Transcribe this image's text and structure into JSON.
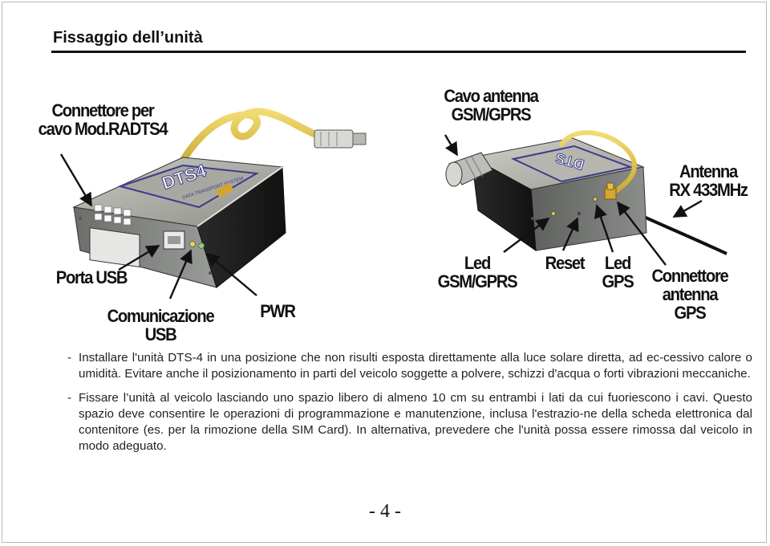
{
  "heading": "Fissaggio dell’unità",
  "labels": {
    "connettore": "Connettore per\ncavo Mod.RADTS4",
    "cavo_antenna": "Cavo antenna\nGSM/GPRS",
    "antenna_rx": "Antenna\nRX 433MHz",
    "porta_usb": "Porta USB",
    "comunicazione": "Comunicazione\nUSB",
    "pwr": "PWR",
    "led_gsm": "Led\nGSM/GPRS",
    "reset": "Reset",
    "led_gps": "Led\nGPS",
    "connettore_gps": "Connettore\nantenna\nGPS"
  },
  "device_markings": {
    "brand": "DTS4",
    "sublabel": "DATA TRANSPORT SYSTEM"
  },
  "paragraphs": [
    {
      "dash": "-",
      "text": "Installare l'unità DTS-4 in una posizione che non risulti esposta direttamente alla luce solare diretta, ad ec-cessivo calore o umidità. Evitare anche il posizionamento in parti del veicolo soggette a polvere, schizzi d'acqua o forti vibrazioni meccaniche."
    },
    {
      "dash": "-",
      "text": "Fissare l’unità al veicolo lasciando uno spazio libero di almeno 10 cm su entrambi i lati da cui fuoriescono i cavi. Questo spazio deve consentire le operazioni di programmazione e manutenzione, inclusa l'estrazio-ne della scheda elettronica dal contenitore (es. per la rimozione della SIM Card). In alternativa, prevedere che l'unità possa essere rimossa dal veicolo in modo adeguato."
    }
  ],
  "page_number": "- 4 -"
}
